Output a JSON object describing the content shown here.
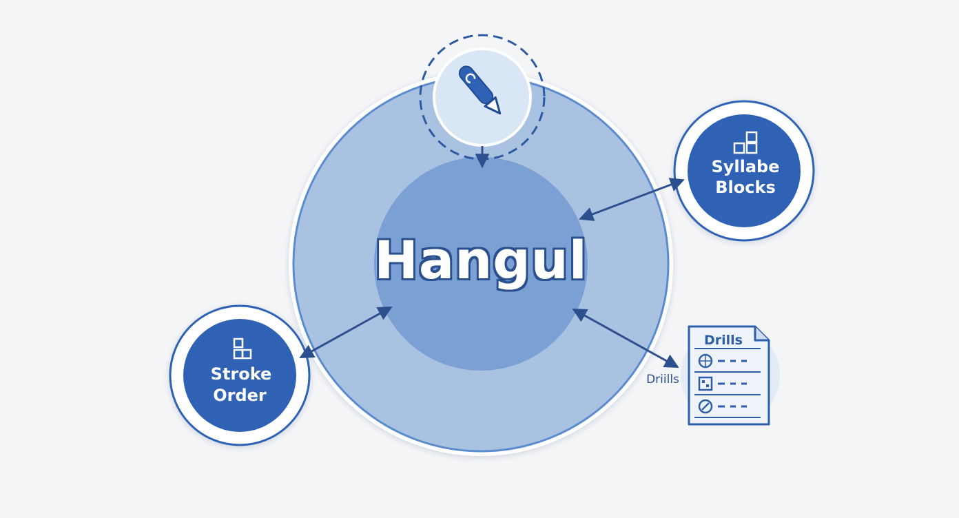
{
  "center": {
    "title": "Hangul"
  },
  "nodes": {
    "writing": {
      "icon": "pen-icon"
    },
    "syllable_blocks": {
      "line1": "Syllabe",
      "line2": "Blocks",
      "icon": "blocks-icon"
    },
    "stroke_order": {
      "line1": "Stroke",
      "line2": "Order",
      "icon": "blocks-icon"
    },
    "drills": {
      "doc_title": "Drills",
      "side_label": "Driills",
      "icon": "document-icon"
    }
  },
  "colors": {
    "background": "#f4f5f7",
    "outer_ring": "#a9c2e1",
    "inner_core": "#7aa0d4",
    "node_dark": "#2f62b5",
    "pen_bubble": "#d8e6f5",
    "line": "#2c4f8e"
  }
}
